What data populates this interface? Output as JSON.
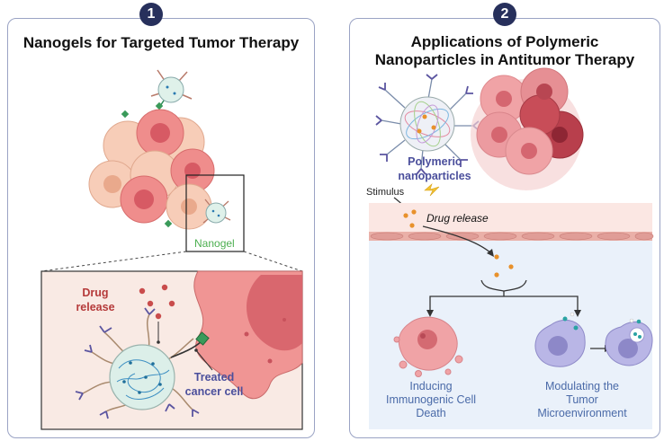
{
  "panel1": {
    "number": "1",
    "title": "Nanogels for Targeted Tumor Therapy",
    "nanogel_label": "Nanogel",
    "drug_release_line1": "Drug",
    "drug_release_line2": "release",
    "treated_line1": "Treated",
    "treated_line2": "cancer cell"
  },
  "panel2": {
    "number": "2",
    "title_line1": "Applications of Polymeric",
    "title_line2": "Nanoparticles in Antitumor Therapy",
    "np_label_line1": "Polymeric",
    "np_label_line2": "nanoparticles",
    "stimulus": "Stimulus",
    "drug_release": "Drug release",
    "icd_line1": "Inducing",
    "icd_line2": "Immunogenic Cell",
    "icd_line3": "Death",
    "mod_line1": "Modulating the",
    "mod_line2": "Tumor",
    "mod_line3": "Microenvironment"
  },
  "colors": {
    "navy": "#27305c",
    "green_label": "#4caf50",
    "red_label": "#b53a3a",
    "purple_label": "#4b4f9c",
    "blue_text": "#4a6aa8"
  }
}
